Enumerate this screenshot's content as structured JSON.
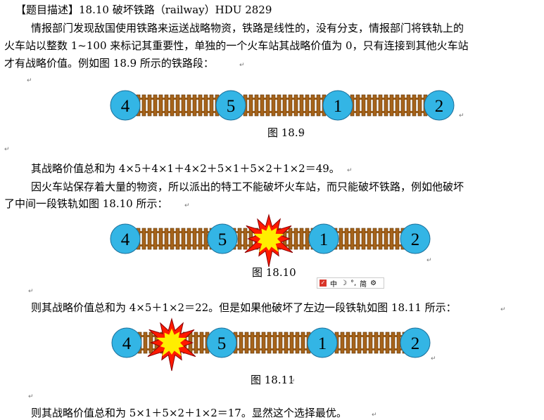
{
  "header": {
    "title": "【题目描述】18.10  破坏铁路（railway）HDU  2829"
  },
  "para1": {
    "line1": "情报部门发现敌国使用铁路来运送战略物资，铁路是线性的，没有分支，情报部门将铁轨上的",
    "line2": "火车站以整数 1~100 来标记其重要性，单独的一个火车站其战略价值为 0，只有连接到其他火车站",
    "line3": "才有战略价值。例如图 18.9 所示的铁路段："
  },
  "fig1": {
    "caption": "图 18.9",
    "stations": [
      "4",
      "5",
      "1",
      "2"
    ]
  },
  "sum1": "其战略价值总和为 4×5＋4×1＋4×2＋5×1＋5×2＋1×2＝49。",
  "para2": {
    "line1": "因火车站保存着大量的物资，所以派出的特工不能破坏火车站，而只能破坏铁路，例如他破坏",
    "line2": "了中间一段铁轨如图 18.10 所示："
  },
  "fig2": {
    "caption": "图 18.10",
    "stations": [
      "4",
      "5",
      "1",
      "2"
    ]
  },
  "ime": {
    "items": [
      "中",
      "☽",
      "°,",
      "简",
      "⚙"
    ]
  },
  "para3": "则其战略价值总和为 4×5＋1×2＝22。但是如果他破坏了左边一段铁轨如图 18.11 所示：",
  "fig3": {
    "caption": "图 18.11",
    "stations": [
      "4",
      "5",
      "1",
      "2"
    ]
  },
  "para4": "则其战略价值总和为 5×1＋5×2＋1×2＝17。显然这个选择最优。",
  "colors": {
    "station": "#33b5e5",
    "rail": "#a6631a",
    "burst": "#ff1a00",
    "burst_core": "#ffee00"
  }
}
